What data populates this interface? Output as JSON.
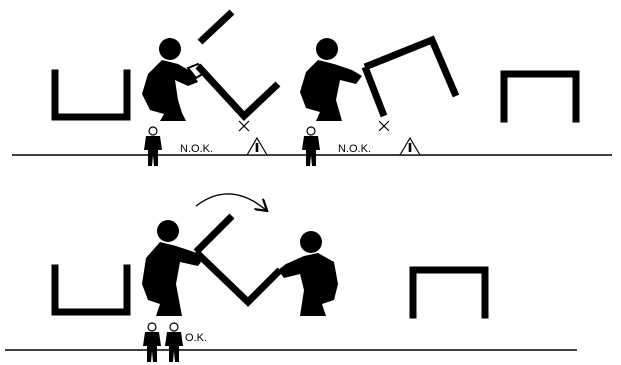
{
  "scenes": [
    {
      "id": "one-person-lift-a",
      "verdict": "N.O.K.",
      "persons": 1,
      "warning": true
    },
    {
      "id": "one-person-lift-b",
      "verdict": "N.O.K.",
      "persons": 1,
      "warning": true
    },
    {
      "id": "two-person-lift",
      "verdict": "O.K.",
      "persons": 2,
      "warning": false
    }
  ],
  "colors": {
    "ink": "#000000",
    "background": "#ffffff"
  },
  "icons": [
    "worker-icon",
    "warning-triangle-icon",
    "pivot-point-icon",
    "rotation-arrow-icon",
    "table-icon"
  ]
}
